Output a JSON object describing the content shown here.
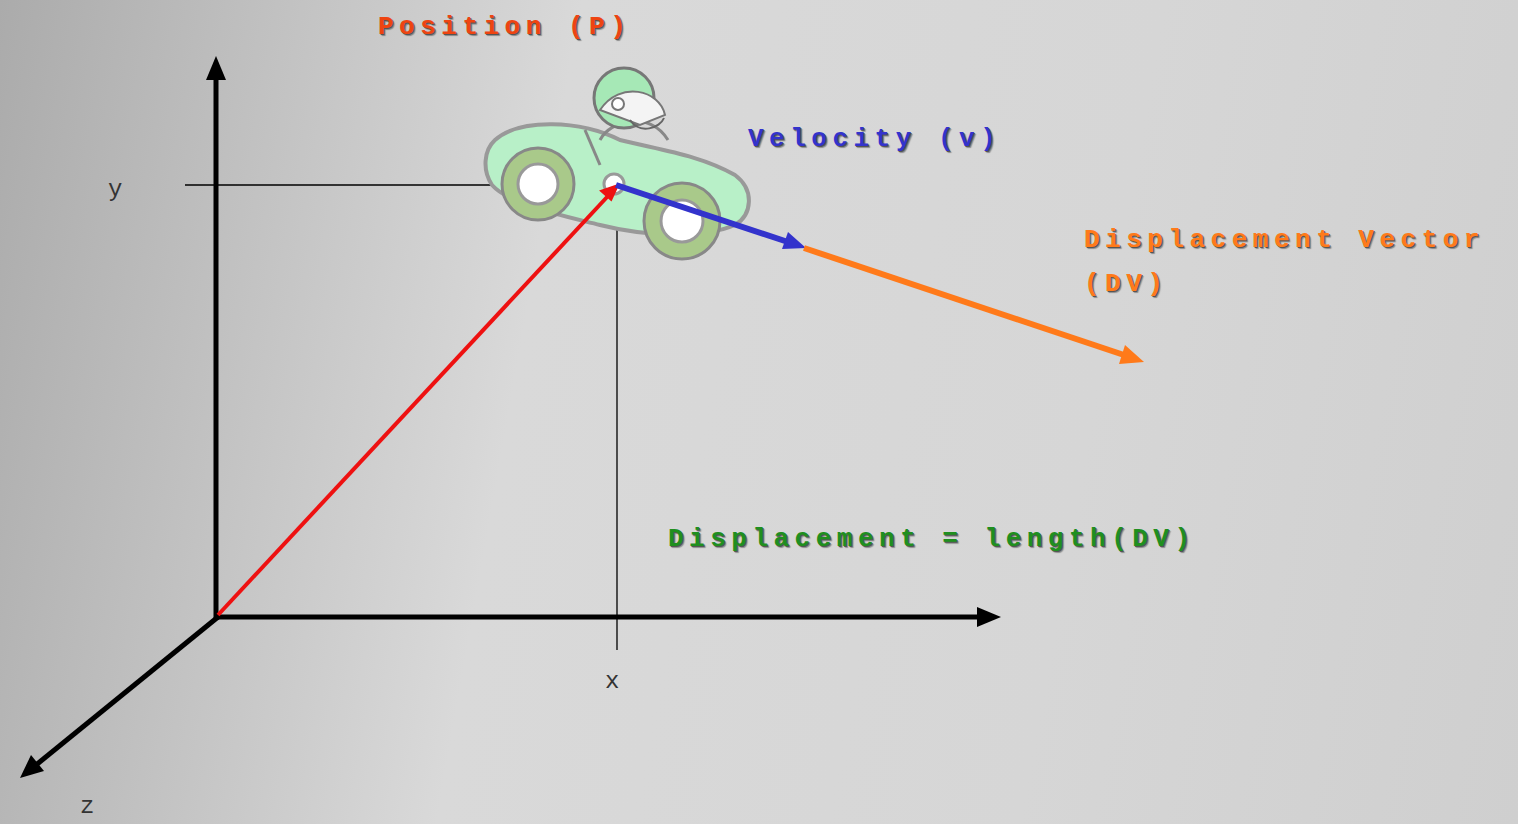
{
  "diagram": {
    "labels": [
      "Position (P)",
      "Velocity (v)",
      "Displacement Vector (DV)",
      "Displacement = length(DV)",
      "y",
      "x",
      "z"
    ]
  }
}
